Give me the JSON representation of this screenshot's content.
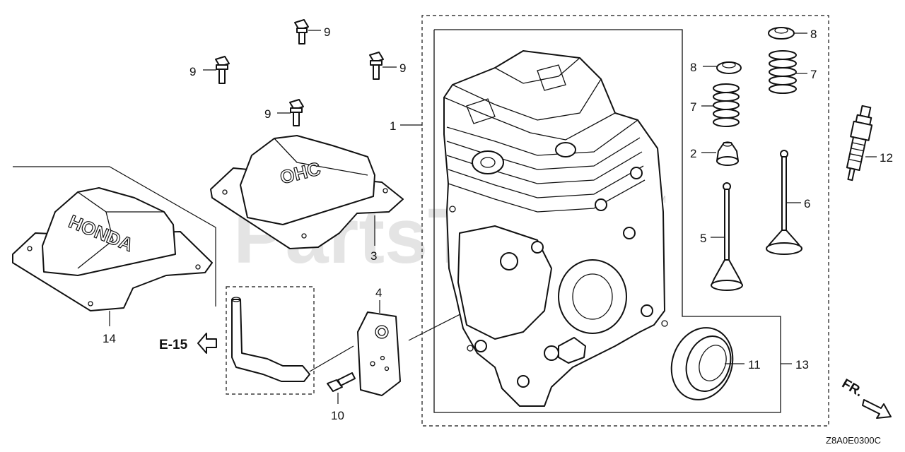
{
  "diagram": {
    "watermark": "PartsTree",
    "watermark_tm": "TM",
    "figure_code": "Z8A0E0300C",
    "reference": "E-15",
    "direction_label": "FR.",
    "cover_emboss_large": "HONDA",
    "cover_emboss_small": "OHC",
    "callouts": {
      "c1": "1",
      "c2": "2",
      "c3": "3",
      "c4": "4",
      "c5": "5",
      "c6": "6",
      "c7a": "7",
      "c7b": "7",
      "c8a": "8",
      "c8b": "8",
      "c9a": "9",
      "c9b": "9",
      "c9c": "9",
      "c9d": "9",
      "c10": "10",
      "c11": "11",
      "c12": "12",
      "c13": "13",
      "c14": "14"
    }
  }
}
